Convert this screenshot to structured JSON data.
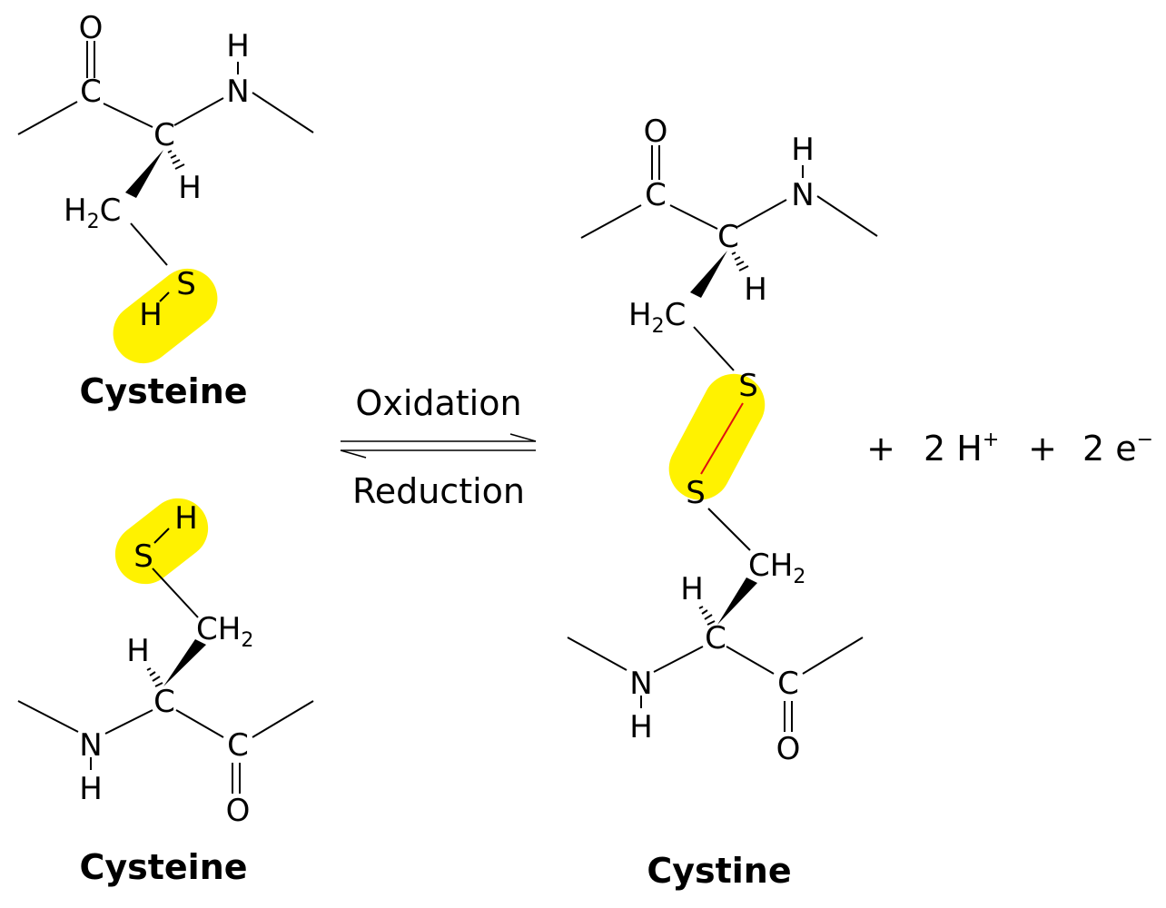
{
  "atoms": {
    "oxygen": "O",
    "carbon": "C",
    "nitrogen": "N",
    "hydrogen": "H",
    "sulfur": "S",
    "methylene_base": "H",
    "methylene_c": "C",
    "methylene_sub": "2",
    "ch2_base": "CH",
    "ch2_sub": "2"
  },
  "labels": {
    "cysteine_top": "Cysteine",
    "cysteine_bottom": "Cysteine",
    "cystine": "Cystine",
    "oxidation": "Oxidation",
    "reduction": "Reduction"
  },
  "byproducts": {
    "plus1": "+",
    "proton_coeff": "2 H",
    "proton_charge": "+",
    "plus2": "+",
    "electron_coeff": "2 e",
    "electron_charge": "−"
  },
  "colors": {
    "highlight": "#fff200",
    "disulfide_bond": "#e01010"
  }
}
